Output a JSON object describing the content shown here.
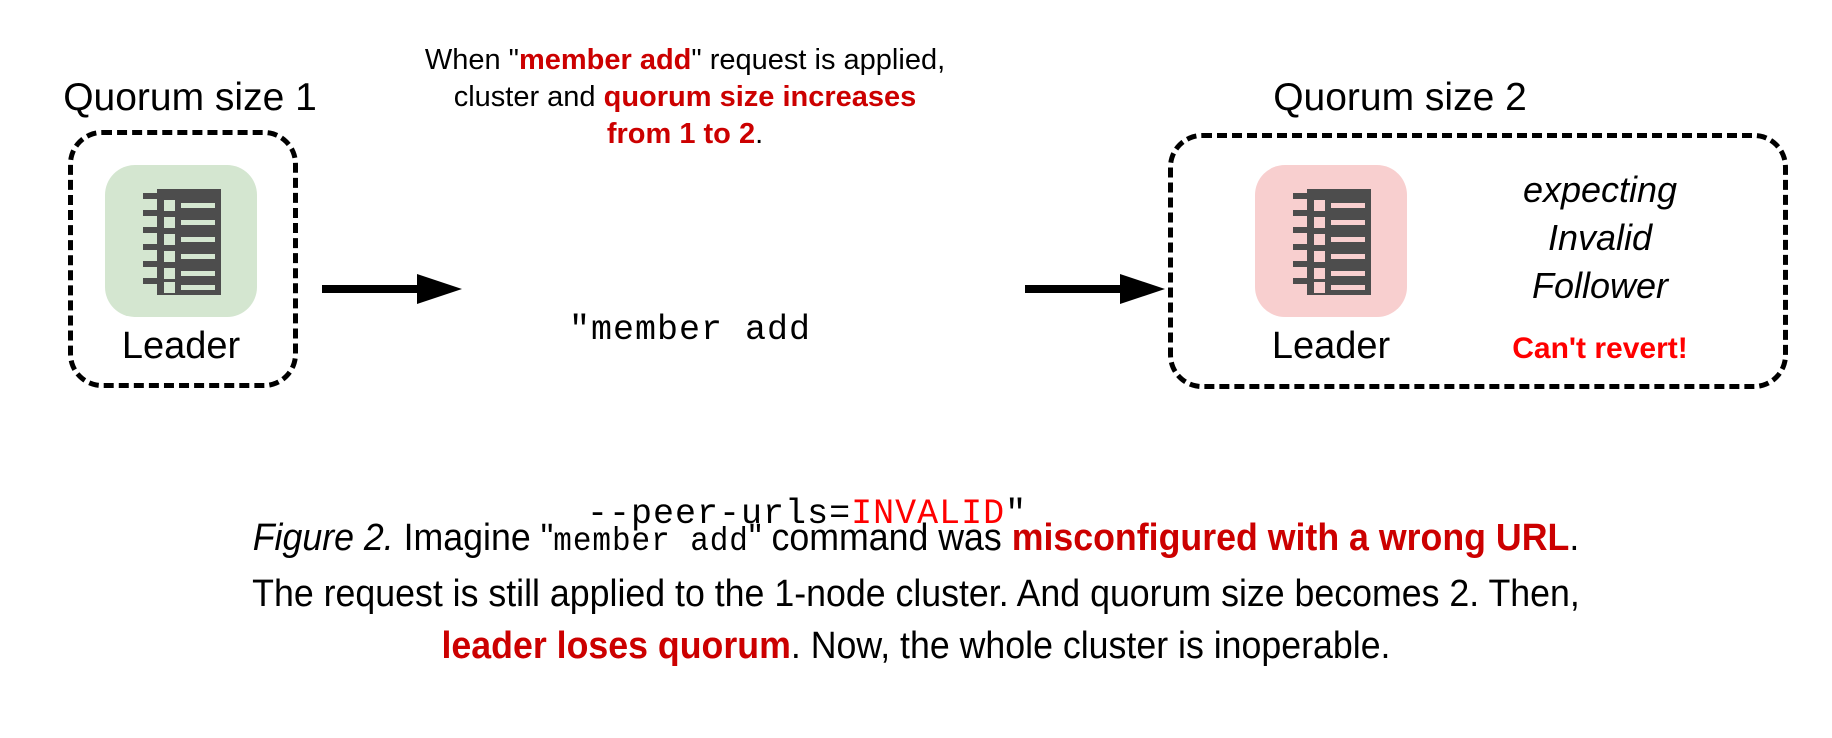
{
  "figure": {
    "kind": "etcd-cluster-reconfiguration-diagram",
    "background_color": "#ffffff"
  },
  "colors": {
    "accent_red_dark": "#cc0000",
    "accent_red_bright": "#ff0000",
    "node_healthy_fill": "#d4e6d0",
    "node_healthy_shadow": "#aebfa9",
    "node_failed_fill": "#f8cfcf",
    "node_failed_shadow": "#c8a0a0",
    "glyph_gray": "#4d4d4d",
    "outline_black": "#000000"
  },
  "left_cluster": {
    "title": "Quorum size 1",
    "node": {
      "icon": "server-rack-icon",
      "label": "Leader",
      "state": "healthy"
    }
  },
  "right_cluster": {
    "title": "Quorum size 2",
    "node": {
      "icon": "server-rack-icon",
      "label": "Leader",
      "state": "failed"
    },
    "status_lines": [
      "expecting",
      "Invalid",
      "Follower"
    ],
    "alert": "Can't revert!"
  },
  "top_note": {
    "line1_prefix": "When \"",
    "line1_highlight": "member add",
    "line1_suffix": "\" request is applied,",
    "line2_prefix": "cluster and ",
    "line2_highlight": "quorum size increases",
    "line3_highlight": "from 1 to 2",
    "line3_suffix": "."
  },
  "command": {
    "line1": "\"member add",
    "line2_prefix": "--peer-urls=",
    "line2_invalid": "INVALID",
    "line2_suffix": "\""
  },
  "arrows": {
    "left_arrow": "arrow-right-icon",
    "right_arrow": "arrow-right-icon"
  },
  "caption": {
    "fignum": "Figure 2.",
    "seg1": " Imagine \"",
    "mono1": "member add",
    "seg2": "\" command was ",
    "hl1": "misconfigured with a wrong URL",
    "seg3": ".",
    "line2": "The request is still applied to the 1-node cluster. And quorum size becomes 2. Then,",
    "hl2": "leader loses quorum",
    "seg4": ". Now, the whole cluster is inoperable."
  }
}
